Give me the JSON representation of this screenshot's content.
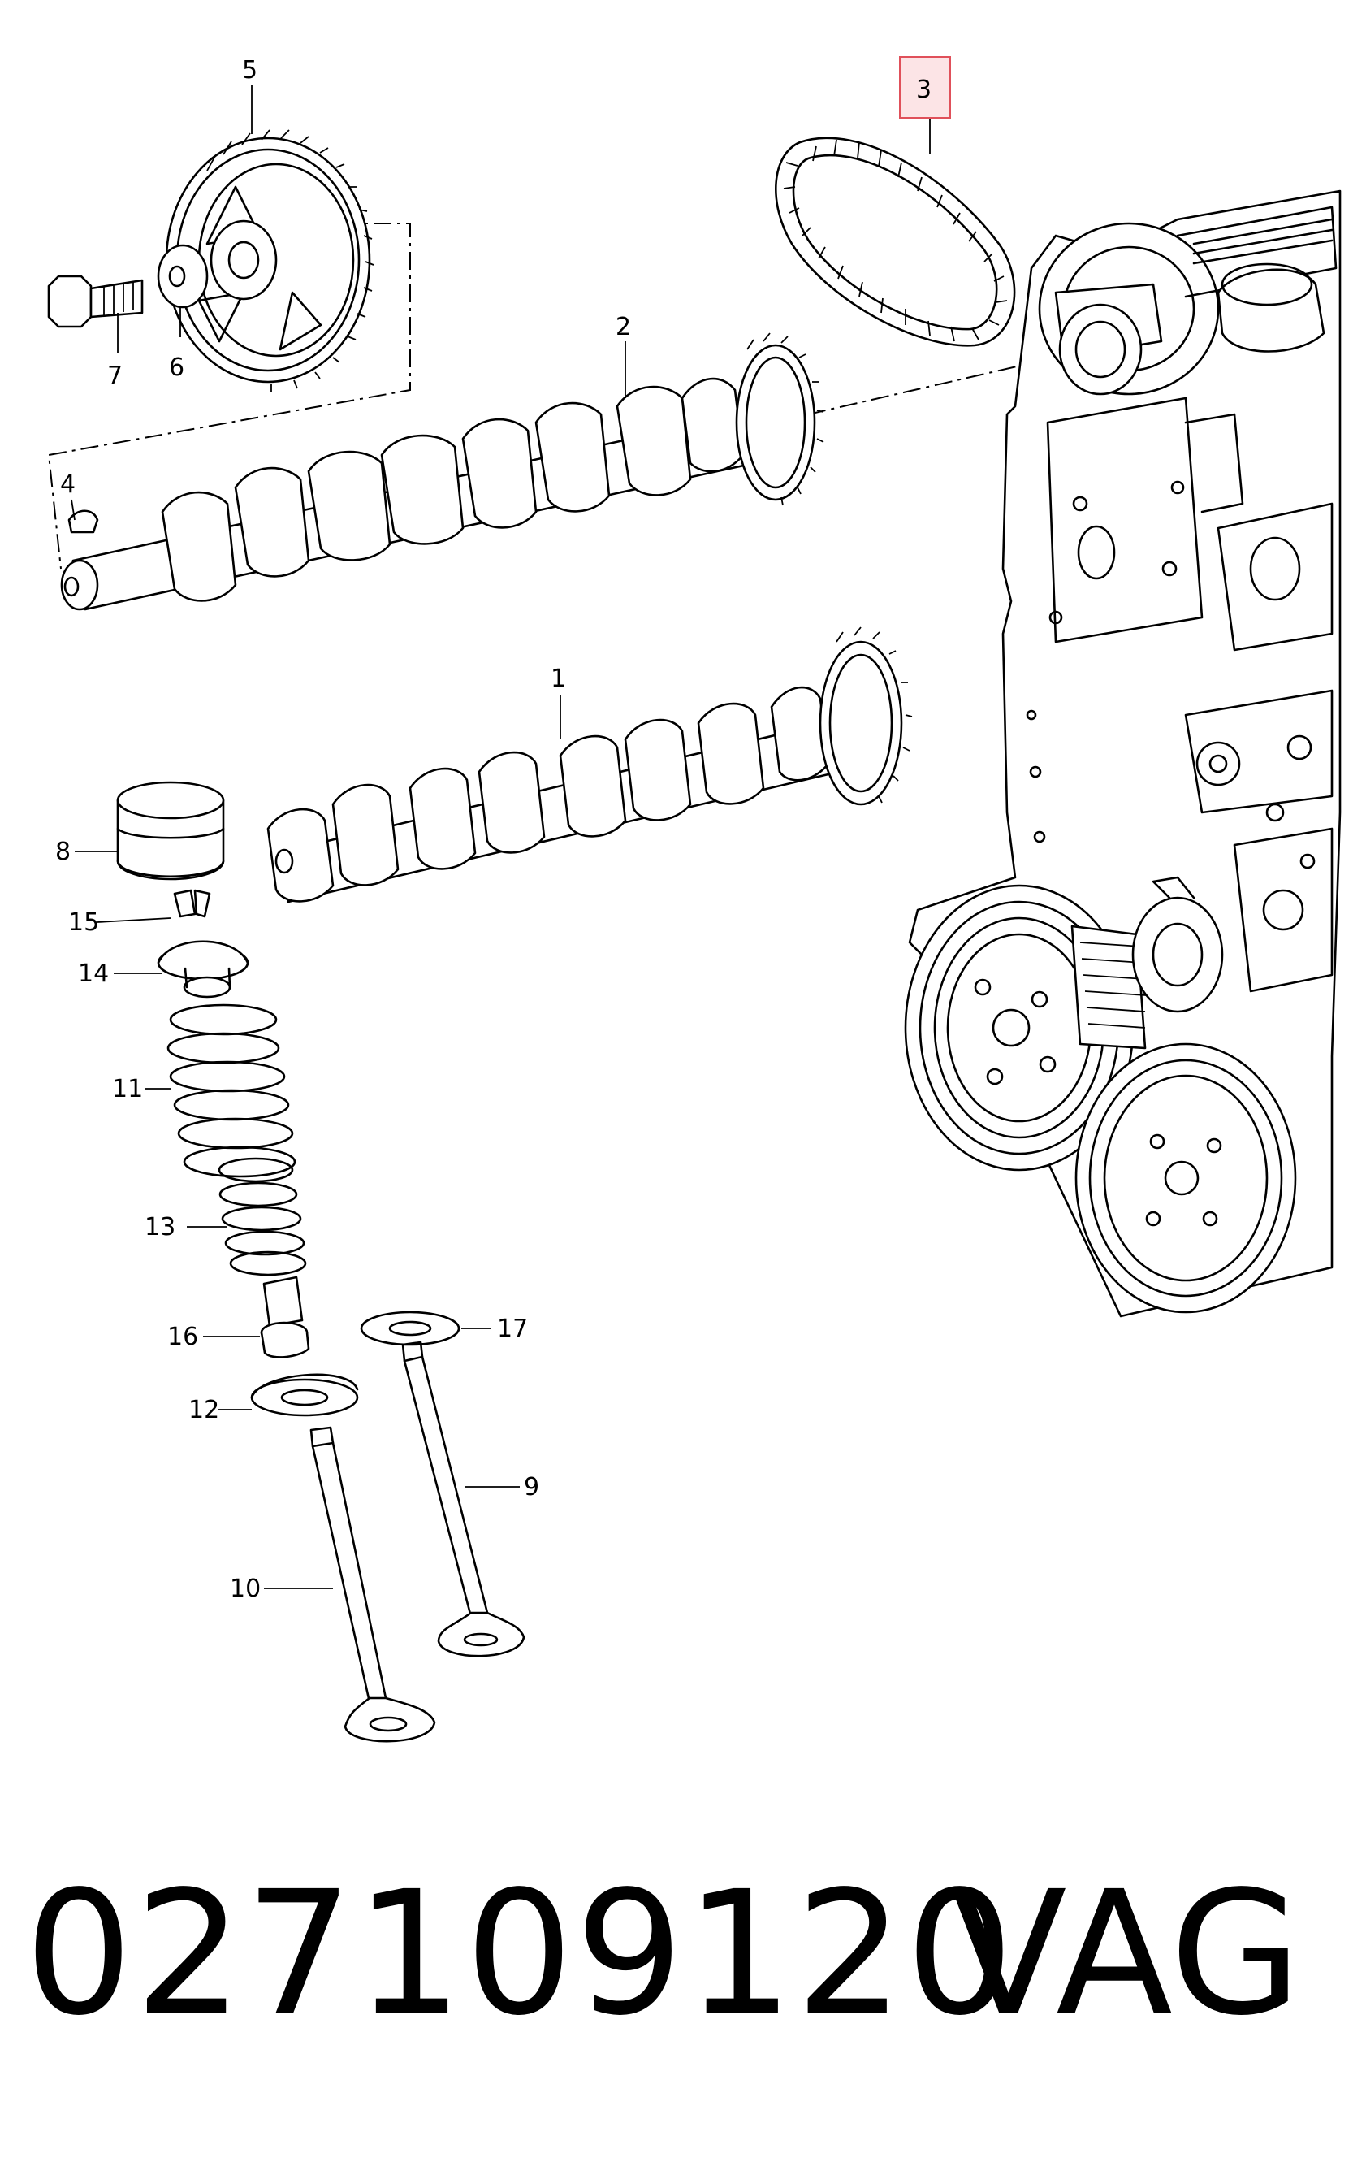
{
  "callouts": [
    {
      "id": "1",
      "label": "1"
    },
    {
      "id": "2",
      "label": "2"
    },
    {
      "id": "3",
      "label": "3"
    },
    {
      "id": "4",
      "label": "4"
    },
    {
      "id": "5",
      "label": "5"
    },
    {
      "id": "6",
      "label": "6"
    },
    {
      "id": "7",
      "label": "7"
    },
    {
      "id": "8",
      "label": "8"
    },
    {
      "id": "9",
      "label": "9"
    },
    {
      "id": "10",
      "label": "10"
    },
    {
      "id": "11",
      "label": "11"
    },
    {
      "id": "12",
      "label": "12"
    },
    {
      "id": "13",
      "label": "13"
    },
    {
      "id": "14",
      "label": "14"
    },
    {
      "id": "15",
      "label": "15"
    },
    {
      "id": "16",
      "label": "16"
    },
    {
      "id": "17",
      "label": "17"
    }
  ],
  "highlight": {
    "callout": "3",
    "color": "#e0505a",
    "fill": "#fce4e6"
  },
  "footer": {
    "part_number": "027109120",
    "brand": "VAG"
  }
}
